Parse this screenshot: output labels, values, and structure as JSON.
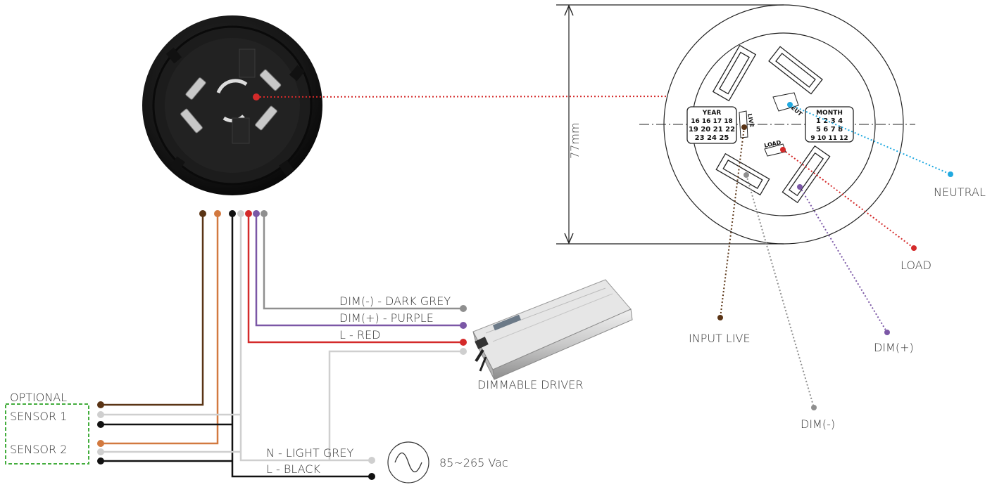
{
  "colors": {
    "brown": "#5a3415",
    "orange": "#d2793f",
    "black": "#111111",
    "lightgrey": "#cfcfcf",
    "red": "#d42a2a",
    "purple": "#7b57a6",
    "darkgrey": "#8f8f8f",
    "cyan": "#21a9e0",
    "sensor_box": "#43ad3d"
  },
  "wiring": {
    "dim_minus": "DIM(-) - DARK GREY",
    "dim_plus": "DIM(+) - PURPLE",
    "l_red": "L - RED",
    "n_light_grey": "N - LIGHT GREY",
    "l_black": "L - BLACK",
    "optional": "OPTIONAL",
    "sensor1": "SENSOR 1",
    "sensor2": "SENSOR 2",
    "driver_label": "DIMMABLE DRIVER",
    "supply_voltage": "85~265 Vac"
  },
  "dimension": {
    "height": "77mm"
  },
  "socket_callouts": {
    "neutral": "NEUTRAL",
    "load": "LOAD",
    "input_live": "INPUT LIVE",
    "dim_plus": "DIM(+)",
    "dim_minus": "DIM(-)"
  },
  "socket_marks": {
    "year_title": "YEAR",
    "year_row1": "16 16 17 18",
    "year_row2": "19 20 21 22",
    "year_row3": "23 24 25",
    "month_title": "MONTH",
    "month_row1": "1 2 3 4",
    "month_row2": "5 6 7 8",
    "month_row3": "9 10 11 12",
    "live_mark": "LIVE",
    "neut_mark": "NEUT",
    "load_mark": "LOAD"
  }
}
